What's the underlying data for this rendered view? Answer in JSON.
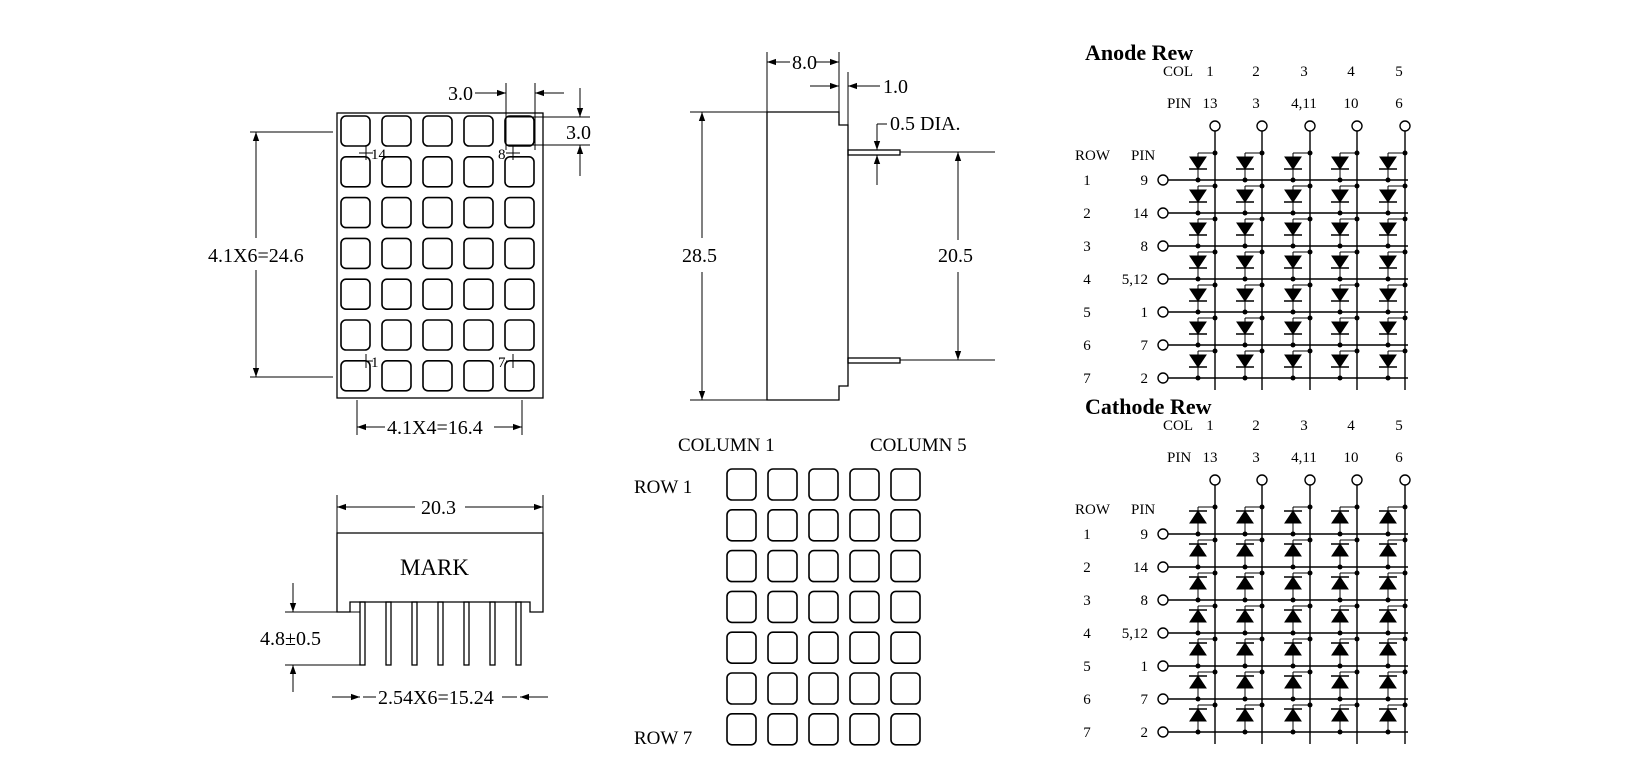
{
  "front_view": {
    "dim_pitch_h": "3.0",
    "dim_pitch_v": "3.0",
    "dim_height": "4.1X6=24.6",
    "dim_width": "4.1X4=16.4",
    "pin_marks": [
      "14",
      "8",
      "1",
      "7"
    ]
  },
  "side_view": {
    "dim_depth": "8.0",
    "dim_lead_offset": "1.0",
    "dim_lead_dia": "0.5 DIA.",
    "dim_body_height": "28.5",
    "dim_lead_spacing": "20.5"
  },
  "bottom_view": {
    "dim_width": "20.3",
    "mark_label": "MARK",
    "dim_lead_length": "4.8±0.5",
    "dim_lead_pitch": "2.54X6=15.24"
  },
  "matrix_layout": {
    "col_first": "COLUMN  1",
    "col_last": "COLUMN  5",
    "row_first": "ROW  1",
    "row_last": "ROW  7"
  },
  "schematics": [
    {
      "title": "Anode Rew",
      "type": "anode",
      "col_header": "COL",
      "pin_header": "PIN",
      "row_header": "ROW",
      "row_pin_header": "PIN",
      "columns": [
        {
          "col": "1",
          "pin": "13"
        },
        {
          "col": "2",
          "pin": "3"
        },
        {
          "col": "3",
          "pin": "4,11"
        },
        {
          "col": "4",
          "pin": "10"
        },
        {
          "col": "5",
          "pin": "6"
        }
      ],
      "rows": [
        {
          "row": "1",
          "pin": "9"
        },
        {
          "row": "2",
          "pin": "14"
        },
        {
          "row": "3",
          "pin": "8"
        },
        {
          "row": "4",
          "pin": "5,12"
        },
        {
          "row": "5",
          "pin": "1"
        },
        {
          "row": "6",
          "pin": "7"
        },
        {
          "row": "7",
          "pin": "2"
        }
      ]
    },
    {
      "title": "Cathode Rew",
      "type": "cathode",
      "col_header": "COL",
      "pin_header": "PIN",
      "row_header": "ROW",
      "row_pin_header": "PIN",
      "columns": [
        {
          "col": "1",
          "pin": "13"
        },
        {
          "col": "2",
          "pin": "3"
        },
        {
          "col": "3",
          "pin": "4,11"
        },
        {
          "col": "4",
          "pin": "10"
        },
        {
          "col": "5",
          "pin": "6"
        }
      ],
      "rows": [
        {
          "row": "1",
          "pin": "9"
        },
        {
          "row": "2",
          "pin": "14"
        },
        {
          "row": "3",
          "pin": "8"
        },
        {
          "row": "4",
          "pin": "5,12"
        },
        {
          "row": "5",
          "pin": "1"
        },
        {
          "row": "6",
          "pin": "7"
        },
        {
          "row": "7",
          "pin": "2"
        }
      ]
    }
  ]
}
